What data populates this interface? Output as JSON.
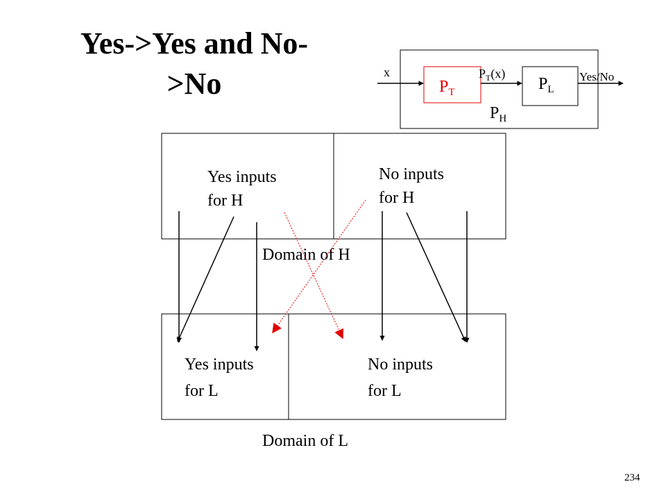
{
  "slide": {
    "title_line1": "Yes->Yes and No-",
    "title_line2": ">No",
    "page_number": "234"
  },
  "pipeline": {
    "input_label": "x",
    "pt_label": "P",
    "pt_sub": "T",
    "mid_label": "P",
    "mid_sub": "T",
    "mid_arg": "(x)",
    "pl_label": "P",
    "pl_sub": "L",
    "output_label": "Yes/No",
    "ph_label": "P",
    "ph_sub": "H"
  },
  "domains": {
    "h_yes": [
      "Yes inputs",
      "for H"
    ],
    "h_no": [
      "No inputs",
      "for H"
    ],
    "h_caption": "Domain of H",
    "l_yes": [
      "Yes inputs",
      "for L"
    ],
    "l_no": [
      "No inputs",
      "for L"
    ],
    "l_caption": "Domain of L"
  },
  "colors": {
    "accent_red": "#e00000",
    "line": "#000000"
  }
}
